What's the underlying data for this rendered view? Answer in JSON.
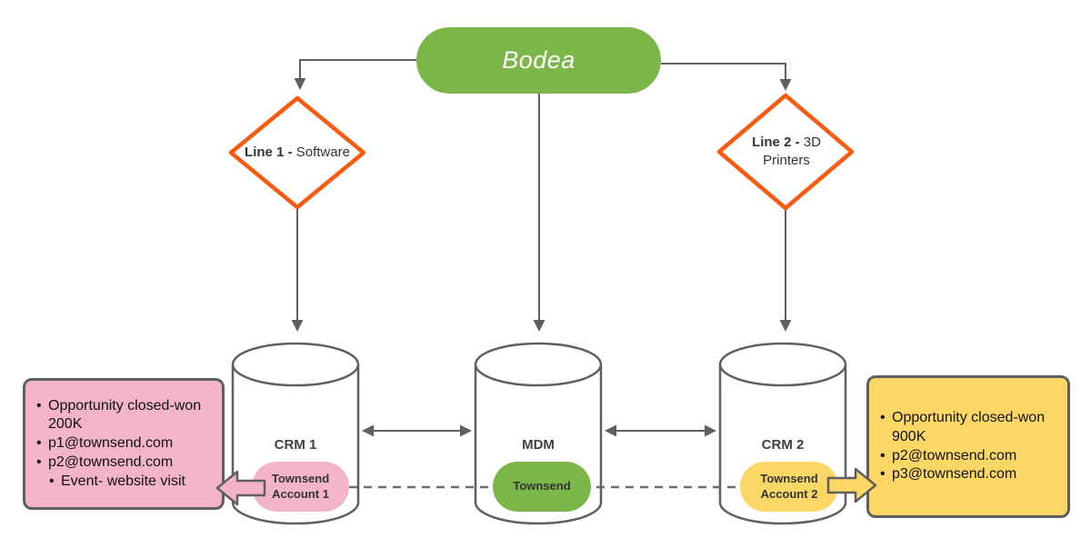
{
  "colors": {
    "green": "#7ab648",
    "orange": "#fa5a0f",
    "pink": "#f3b4ca",
    "yellow": "#fcd765",
    "line": "#5f5f5f"
  },
  "root_node": {
    "label": "Bodea"
  },
  "branches": [
    {
      "label_bold": "Line 1 - ",
      "label_regular": "Software"
    },
    {
      "label_bold": "Line 2 - ",
      "label_regular": "3D Printers"
    }
  ],
  "systems": [
    {
      "name": "CRM 1",
      "record": "Townsend Account 1"
    },
    {
      "name": "MDM",
      "record": "Townsend"
    },
    {
      "name": "CRM 2",
      "record": "Townsend Account 2"
    }
  ],
  "notes": {
    "left": {
      "items": [
        "Opportunity closed-won 200K",
        "p1@townsend.com",
        "p2@townsend.com"
      ],
      "sub_item": "Event- website visit"
    },
    "right": {
      "items": [
        "Opportunity closed-won 900K",
        "p2@townsend.com",
        "p3@townsend.com"
      ]
    }
  }
}
